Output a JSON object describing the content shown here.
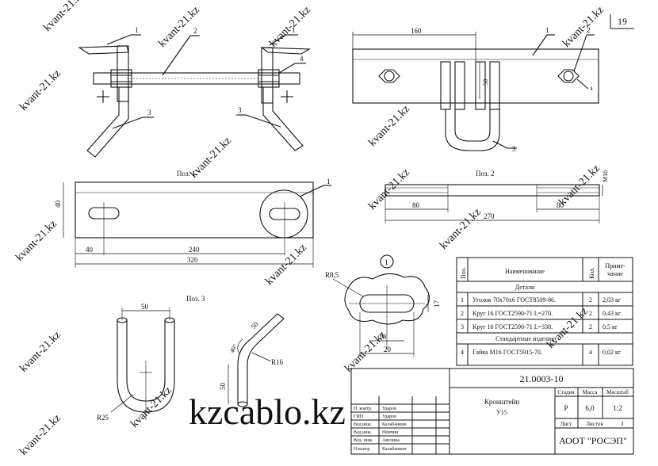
{
  "sheet_number": "19",
  "watermark_small": "kvant-21.kz",
  "watermark_big": "kzcablo.kz",
  "assembly_callouts": [
    "1",
    "2",
    "3",
    "4"
  ],
  "pos1": {
    "title": "Поз. 1",
    "callout": "1",
    "dims": {
      "height": "40",
      "edge": "40",
      "slot_pitch": "240",
      "length": "320"
    }
  },
  "pos2": {
    "title": "Поз. 2",
    "thread": "M16",
    "dims": {
      "thread_left": "80",
      "thread_right": "80",
      "length": "270"
    }
  },
  "pos3": {
    "title": "Поз. 3",
    "dims": {
      "width": "50",
      "radius_bottom": "R25",
      "leg": "50",
      "angle": "40°",
      "bend_radius": "R16",
      "top_leg": "50"
    }
  },
  "top_view": {
    "dims": {
      "offset": "160",
      "slot_height": "50"
    },
    "callouts": [
      "1",
      "2",
      "3",
      "4"
    ]
  },
  "detail_1": {
    "mark": "1",
    "dims": {
      "radius": "R8,5",
      "height": "17",
      "inner": "10",
      "outer": "20"
    }
  },
  "spec_table": {
    "headers": [
      "Поз.",
      "Наименование",
      "Кол.",
      "Приме-\nчание"
    ],
    "section_details": "Детали",
    "section_standard": "Стандартные изделия",
    "rows": [
      {
        "pos": "1",
        "name": "Уголок 70х70х6 ГОСТ8509-86.",
        "qty": "2",
        "note": "2,03 кг"
      },
      {
        "pos": "2",
        "name": "Круг 16 ГОСТ2590-71 L=270.",
        "qty": "2",
        "note": "0,43 кг"
      },
      {
        "pos": "3",
        "name": "Круг 16 ГОСТ2590-71 L=338.",
        "qty": "2",
        "note": "0,5 кг"
      },
      {
        "pos": "4",
        "name": "Гайка М16 ГОСТ5915-70.",
        "qty": "4",
        "note": "0,02 кг"
      }
    ]
  },
  "title_block": {
    "doc_number": "21.0003-10",
    "item_name": "Кронштейн",
    "item_code": "У15",
    "stage_label": "Стадия",
    "mass_label": "Масса",
    "scale_label": "Масштаб",
    "stage": "Р",
    "mass": "6,0",
    "scale": "1:2",
    "sheet_label": "Лист",
    "sheets_label": "Листов",
    "sheets": "1",
    "organization": "АООТ \"РОСЭП\"",
    "signatures": [
      {
        "role": "Н. контр.",
        "name": "Ударов"
      },
      {
        "role": "ГИП",
        "name": "Ударов"
      },
      {
        "role": "Вед.инж.",
        "name": "Калабанкин"
      },
      {
        "role": "Вед.инж.",
        "name": "Немчин"
      },
      {
        "role": "Вед. инж.",
        "name": "Авелина"
      },
      {
        "role": "Н.контр.",
        "name": "Калабанкин"
      }
    ]
  }
}
